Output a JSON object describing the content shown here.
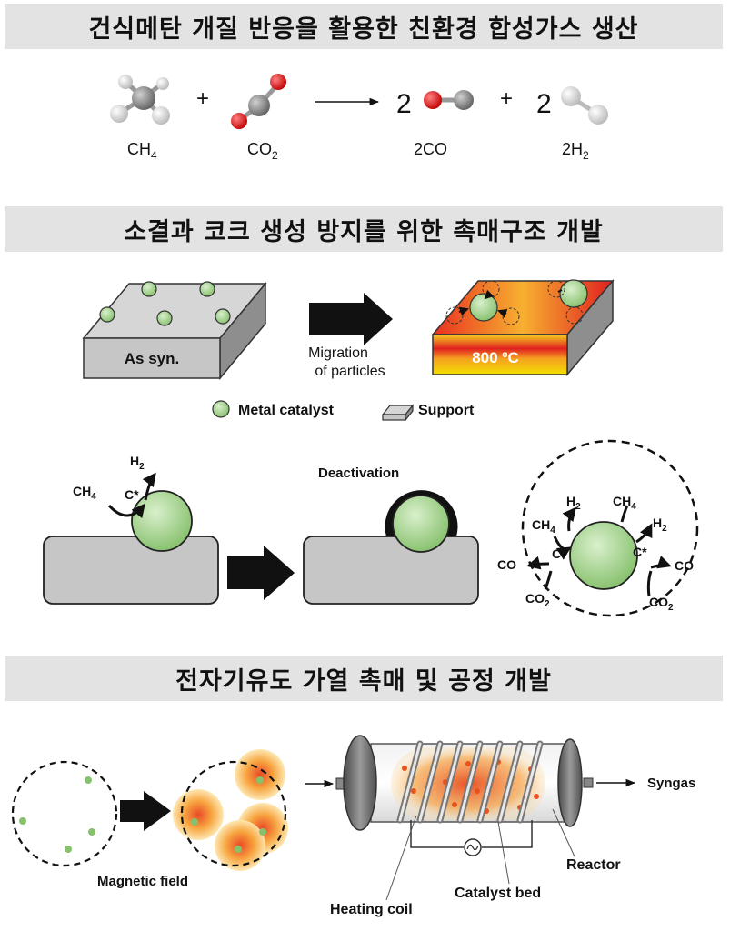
{
  "headings": {
    "h1": "건식메탄 개질 반응을 활용한 친환경 합성가스 생산",
    "h2": "소결과 코크 생성 방지를 위한 촉매구조 개발",
    "h3": "전자기유도 가열 촉매 및 공정 개발"
  },
  "reaction": {
    "plus": "+",
    "coef": "2",
    "ch4": {
      "base": "CH",
      "sub": "4"
    },
    "co2": {
      "base": "CO",
      "sub": "2"
    },
    "co": "2CO",
    "h2": {
      "base": "2H",
      "sub": "2"
    }
  },
  "sintering": {
    "as_syn": "As syn.",
    "migration_line1": "Migration",
    "migration_line2": "of particles",
    "temp": "800 ºC",
    "legend_metal": "Metal catalyst",
    "legend_support": "Support"
  },
  "coking": {
    "deactivation": "Deactivation",
    "h2": {
      "base": "H",
      "sub": "2"
    },
    "ch4": {
      "base": "CH",
      "sub": "4"
    },
    "co2": {
      "base": "CO",
      "sub": "2"
    },
    "co": "CO",
    "cstar": "C*"
  },
  "induction": {
    "magnetic_field": "Magnetic  field",
    "syngas": "Syngas",
    "reactor": "Reactor",
    "catalyst_bed": "Catalyst bed",
    "heating_coil": "Heating coil"
  },
  "colors": {
    "green": "#9dd08a",
    "support": "#c8c8c8",
    "orange_glow": "#f7a238",
    "heat_red": "#e02020"
  }
}
